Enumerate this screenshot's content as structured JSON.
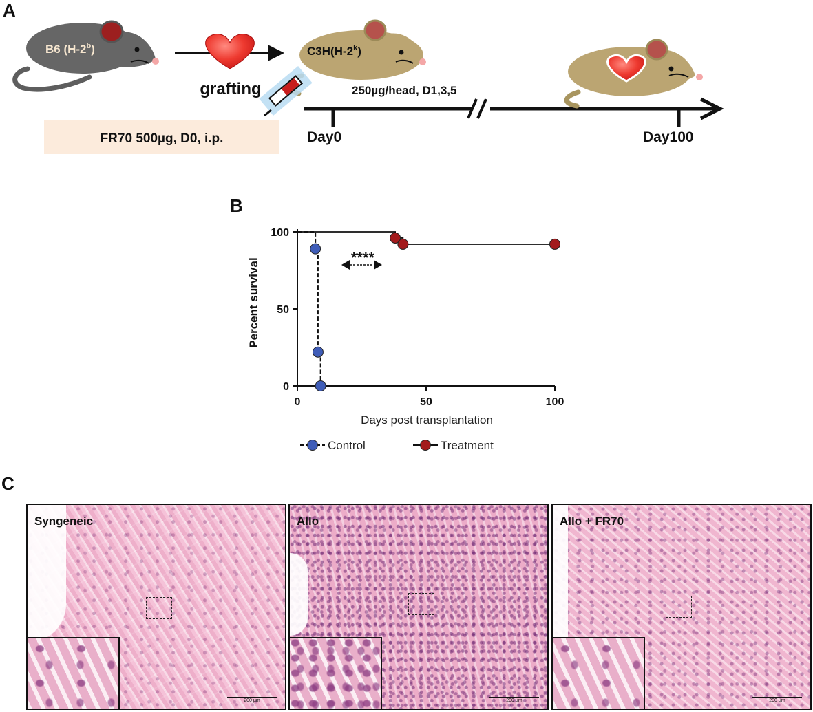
{
  "panels": {
    "a": "A",
    "b": "B",
    "c": "C"
  },
  "scheme": {
    "donor_label": "B6 (H-2",
    "donor_sup": "b",
    "donor_close": ")",
    "recipient_label": "C3H(H-2",
    "recipient_sup": "k",
    "recipient_close": ")",
    "grafting_label": "grafting",
    "initial_dose": "FR70 500µg, D0, i.p.",
    "followup_dose": "250µg/head, D1,3,5",
    "start_day": "Day0",
    "end_day": "Day100",
    "colors": {
      "donor_mouse": "#6d6d6d",
      "recipient_mouse": "#bba572",
      "heart": "#e8302c",
      "dose_box": "#fcebdc"
    }
  },
  "chart_data": {
    "type": "line",
    "subtype": "kaplan-meier",
    "xlabel": "Days post transplantation",
    "ylabel": "Percent survival",
    "xlim": [
      0,
      100
    ],
    "ylim": [
      0,
      100
    ],
    "xticks": [
      "0",
      "50",
      "100"
    ],
    "yticks": [
      "0",
      "50",
      "100"
    ],
    "significance": "****",
    "grid": false,
    "legend_position": "bottom",
    "series": [
      {
        "name": "Control",
        "color": "#3f5db8",
        "dashed": true,
        "steps": [
          [
            0,
            100
          ],
          [
            7,
            100
          ],
          [
            7,
            89
          ],
          [
            8,
            89
          ],
          [
            8,
            22
          ],
          [
            9,
            22
          ],
          [
            9,
            0
          ]
        ],
        "markers": [
          [
            7,
            89
          ],
          [
            8,
            22
          ],
          [
            9,
            0
          ]
        ]
      },
      {
        "name": "Treatment",
        "color": "#a31b1d",
        "dashed": false,
        "steps": [
          [
            0,
            100
          ],
          [
            38,
            100
          ],
          [
            38,
            96
          ],
          [
            41,
            96
          ],
          [
            41,
            92
          ],
          [
            100,
            92
          ]
        ],
        "markers": [
          [
            38,
            96
          ],
          [
            41,
            92
          ],
          [
            100,
            92
          ]
        ]
      }
    ]
  },
  "histology": {
    "panels": [
      {
        "label": "Syngeneic",
        "scale": "200 µm"
      },
      {
        "label": "Allo",
        "scale": "200 µm"
      },
      {
        "label": "Allo + FR70",
        "scale": "200 µm"
      }
    ]
  }
}
